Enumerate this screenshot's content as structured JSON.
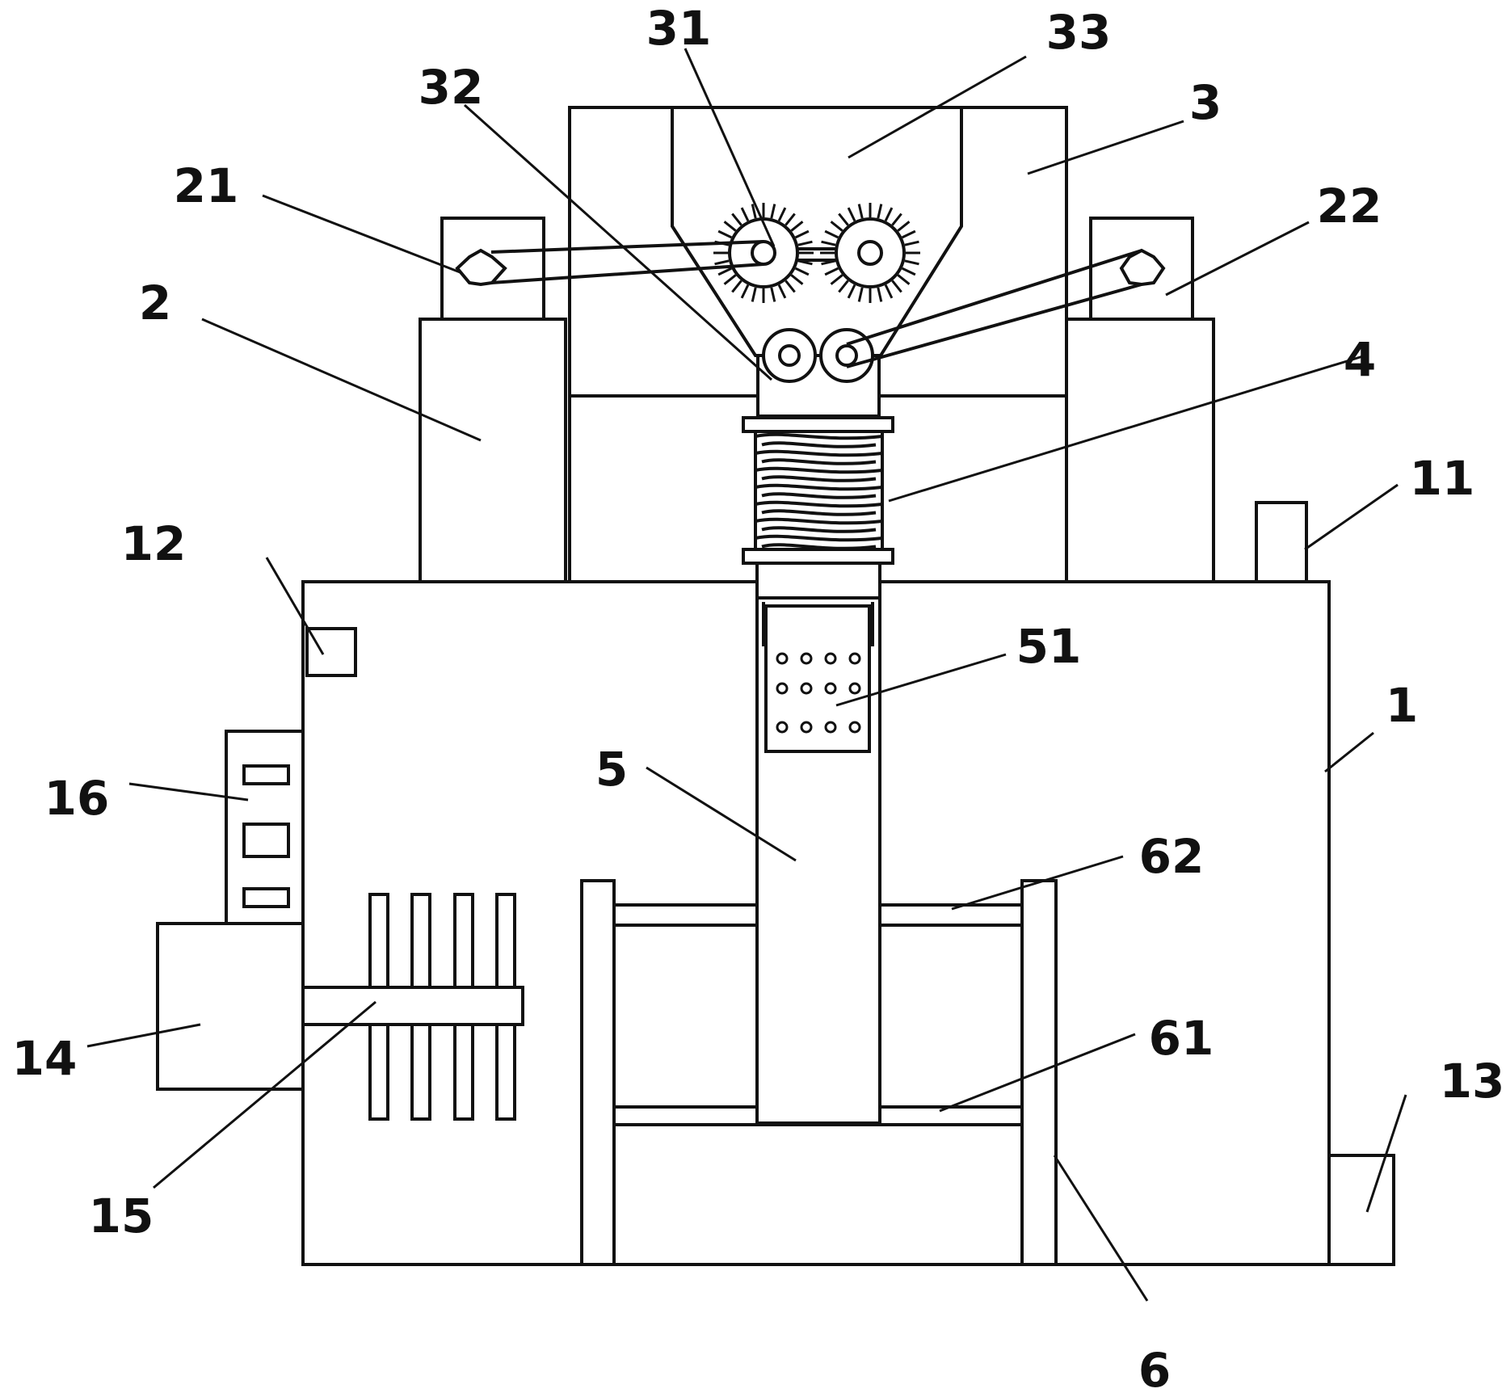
{
  "diagram": {
    "labels": {
      "l1": "1",
      "l2": "2",
      "l3": "3",
      "l4": "4",
      "l5": "5",
      "l6": "6",
      "l11": "11",
      "l12": "12",
      "l13": "13",
      "l14": "14",
      "l15": "15",
      "l16": "16",
      "l21": "21",
      "l22": "22",
      "l31": "31",
      "l32": "32",
      "l33": "33",
      "l51": "51",
      "l61": "61",
      "l62": "62"
    },
    "colors": {
      "line": "#111111",
      "background": "#ffffff"
    }
  }
}
